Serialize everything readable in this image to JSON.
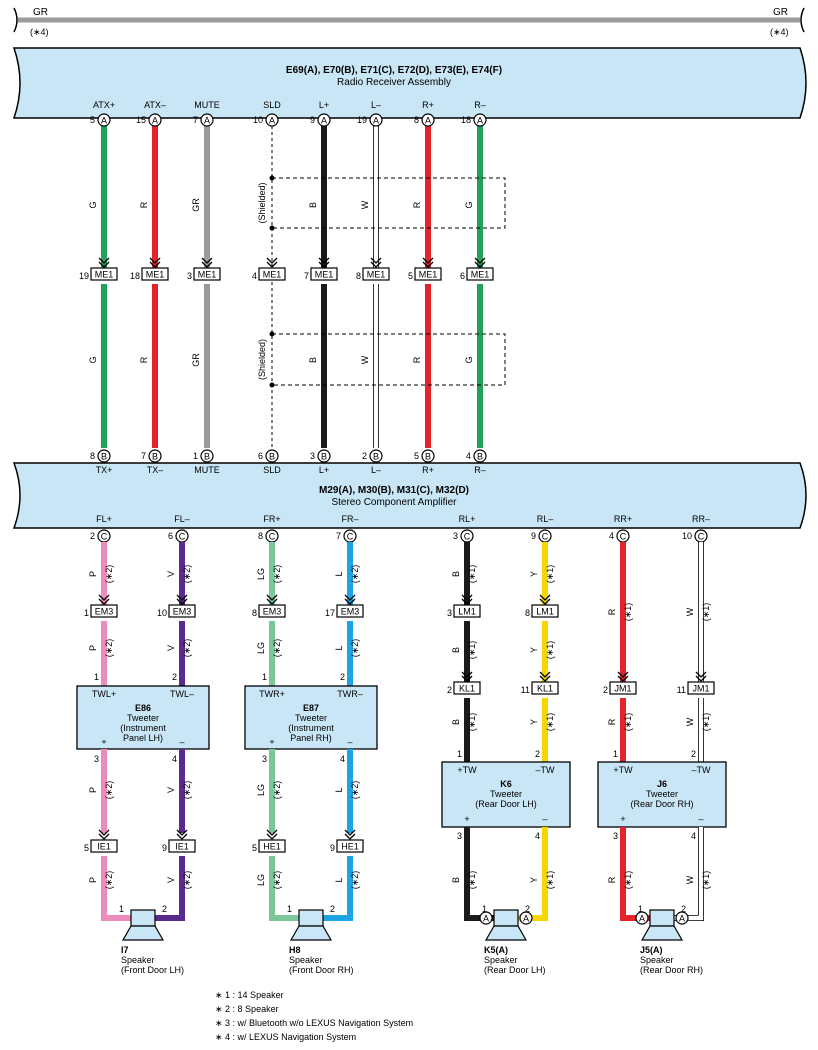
{
  "top_bus": {
    "left_label": "GR",
    "right_label": "GR",
    "left_note": "(∗4)",
    "right_note": "(∗4)"
  },
  "radio": {
    "title": "E69(A), E70(B), E71(C), E72(D), E73(E), E74(F)",
    "subtitle": "Radio Receiver Assembly",
    "pins": [
      "ATX+",
      "ATX–",
      "MUTE",
      "SLD",
      "L+",
      "L–",
      "R+",
      "R–"
    ]
  },
  "amp": {
    "title": "M29(A), M30(B), M31(C), M32(D)",
    "subtitle": "Stereo Component Amplifier",
    "input_pins": [
      "TX+",
      "TX–",
      "MUTE",
      "SLD",
      "L+",
      "L–",
      "R+",
      "R–"
    ],
    "output_pins": [
      "FL+",
      "FL–",
      "FR+",
      "FR–",
      "RL+",
      "RL–",
      "RR+",
      "RR–"
    ]
  },
  "shielded_label": "(Shielded)",
  "upper_wires": [
    {
      "pin_top": "5",
      "conn_top": "A",
      "color_code": "G",
      "color": "#22a05a",
      "mid_pin": "19",
      "mid_conn": "ME1",
      "pin_bottom": "8",
      "conn_bottom": "B"
    },
    {
      "pin_top": "15",
      "conn_top": "A",
      "color_code": "R",
      "color": "#e3242b",
      "mid_pin": "18",
      "mid_conn": "ME1",
      "pin_bottom": "7",
      "conn_bottom": "B"
    },
    {
      "pin_top": "7",
      "conn_top": "A",
      "color_code": "GR",
      "color": "#9a9a9a",
      "mid_pin": "3",
      "mid_conn": "ME1",
      "pin_bottom": "1",
      "conn_bottom": "B"
    },
    {
      "pin_top": "10",
      "conn_top": "A",
      "color_code": "",
      "color": "#000000",
      "mid_pin": "4",
      "mid_conn": "ME1",
      "pin_bottom": "6",
      "conn_bottom": "B"
    },
    {
      "pin_top": "9",
      "conn_top": "A",
      "color_code": "B",
      "color": "#1a1a1a",
      "mid_pin": "7",
      "mid_conn": "ME1",
      "pin_bottom": "3",
      "conn_bottom": "B"
    },
    {
      "pin_top": "19",
      "conn_top": "A",
      "color_code": "W",
      "color": "#ffffff",
      "mid_pin": "8",
      "mid_conn": "ME1",
      "pin_bottom": "2",
      "conn_bottom": "B"
    },
    {
      "pin_top": "8",
      "conn_top": "A",
      "color_code": "R",
      "color": "#e3242b",
      "mid_pin": "5",
      "mid_conn": "ME1",
      "pin_bottom": "5",
      "conn_bottom": "B"
    },
    {
      "pin_top": "18",
      "conn_top": "A",
      "color_code": "G",
      "color": "#22a05a",
      "mid_pin": "6",
      "mid_conn": "ME1",
      "pin_bottom": "4",
      "conn_bottom": "B"
    }
  ],
  "lower_wires": [
    {
      "amp_pin": "2",
      "amp_conn": "C",
      "color_code": "P",
      "color": "#ee8bbd",
      "note": "(∗2)",
      "j1_pin": "1",
      "j1": "EM3"
    },
    {
      "amp_pin": "6",
      "amp_conn": "C",
      "color_code": "V",
      "color": "#5b2a8f",
      "note": "(∗2)",
      "j1_pin": "10",
      "j1": "EM3"
    },
    {
      "amp_pin": "8",
      "amp_conn": "C",
      "color_code": "LG",
      "color": "#7cc79a",
      "note": "(∗2)",
      "j1_pin": "8",
      "j1": "EM3"
    },
    {
      "amp_pin": "7",
      "amp_conn": "C",
      "color_code": "L",
      "color": "#1ea3e6",
      "note": "(∗2)",
      "j1_pin": "17",
      "j1": "EM3"
    },
    {
      "amp_pin": "3",
      "amp_conn": "C",
      "color_code": "B",
      "color": "#1a1a1a",
      "note": "(∗1)",
      "j1_pin": "3",
      "j1": "LM1",
      "j2_pin": "2",
      "j2": "KL1"
    },
    {
      "amp_pin": "9",
      "amp_conn": "C",
      "color_code": "Y",
      "color": "#f5d800",
      "note": "(∗1)",
      "j1_pin": "8",
      "j1": "LM1",
      "j2_pin": "11",
      "j2": "KL1"
    },
    {
      "amp_pin": "4",
      "amp_conn": "C",
      "color_code": "R",
      "color": "#e3242b",
      "note": "(∗1)",
      "j2_pin": "2",
      "j2": "JM1"
    },
    {
      "amp_pin": "10",
      "amp_conn": "C",
      "color_code": "W",
      "color": "#ffffff",
      "note": "(∗1)",
      "j2_pin": "11",
      "j2": "JM1"
    }
  ],
  "tweeters": [
    {
      "id": "E86",
      "name": "Tweeter",
      "sub1": "(Instrument",
      "sub2": "Panel LH)",
      "pos": "TWL+",
      "neg": "TWL–",
      "in_pos": "1",
      "in_neg": "2",
      "out_pos": "3",
      "out_neg": "4",
      "j_pos_pin": "5",
      "j_neg_pin": "9",
      "j": "IE1"
    },
    {
      "id": "E87",
      "name": "Tweeter",
      "sub1": "(Instrument",
      "sub2": "Panel RH)",
      "pos": "TWR+",
      "neg": "TWR–",
      "in_pos": "1",
      "in_neg": "2",
      "out_pos": "3",
      "out_neg": "4",
      "j_pos_pin": "5",
      "j_neg_pin": "9",
      "j": "HE1"
    },
    {
      "id": "K6",
      "name": "Tweeter",
      "sub1": "(Rear Door LH)",
      "sub2": "",
      "pos": "+TW",
      "neg": "–TW",
      "in_pos": "1",
      "in_neg": "2",
      "out_pos": "3",
      "out_neg": "4"
    },
    {
      "id": "J6",
      "name": "Tweeter",
      "sub1": "(Rear Door RH)",
      "sub2": "",
      "pos": "+TW",
      "neg": "–TW",
      "in_pos": "1",
      "in_neg": "2",
      "out_pos": "3",
      "out_neg": "4"
    }
  ],
  "tweeter_polarity": {
    "plus": "+",
    "minus": "–"
  },
  "speakers": [
    {
      "id": "I7",
      "name": "Speaker",
      "loc": "(Front Door LH)",
      "pin1": "1",
      "pin2": "2",
      "conn": ""
    },
    {
      "id": "H8",
      "name": "Speaker",
      "loc": "(Front Door RH)",
      "pin1": "1",
      "pin2": "2",
      "conn": ""
    },
    {
      "id": "K5(A)",
      "name": "Speaker",
      "loc": "(Rear Door LH)",
      "pin1": "1",
      "pin2": "2",
      "conn": "A"
    },
    {
      "id": "J5(A)",
      "name": "Speaker",
      "loc": "(Rear Door RH)",
      "pin1": "1",
      "pin2": "2",
      "conn": "A"
    }
  ],
  "notes": [
    "∗ 1 : 14 Speaker",
    "∗ 2 : 8 Speaker",
    "∗ 3 : w/ Bluetooth w/o LEXUS Navigation System",
    "∗ 4 : w/ LEXUS Navigation System"
  ],
  "colors": {
    "panel": "#c9e6f7",
    "bus": "#9a9a9a"
  }
}
